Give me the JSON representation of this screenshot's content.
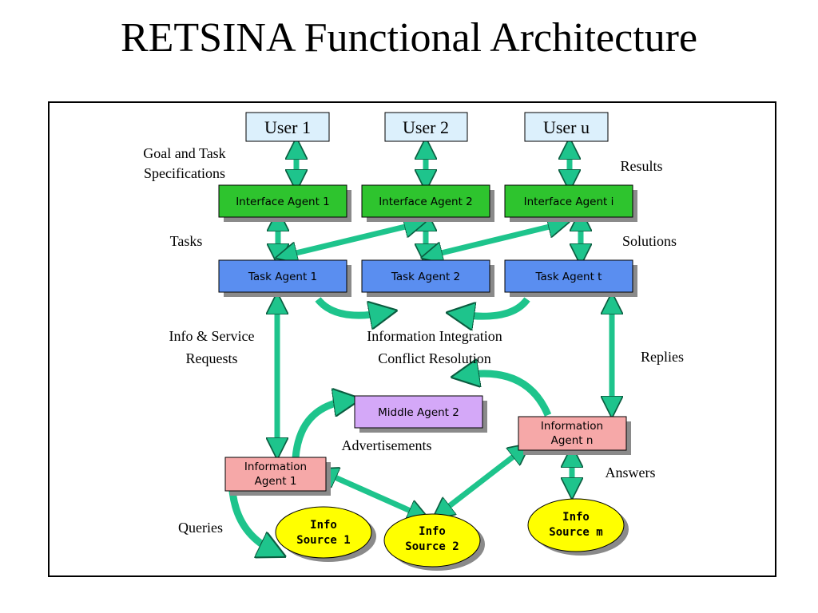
{
  "title": "RETSINA Functional Architecture",
  "users": [
    "User 1",
    "User 2",
    "User u"
  ],
  "interface_agents": [
    "Interface Agent 1",
    "Interface Agent 2",
    "Interface Agent i"
  ],
  "task_agents": [
    "Task Agent 1",
    "Task Agent 2",
    "Task Agent t"
  ],
  "middle_agent": "Middle Agent 2",
  "info_agent_1": [
    "Information",
    "Agent 1"
  ],
  "info_agent_n": [
    "Information",
    "Agent n"
  ],
  "info_sources": {
    "s1": [
      "Info",
      "Source 1"
    ],
    "s2": [
      "Info",
      "Source 2"
    ],
    "sm": [
      "Info",
      "Source m"
    ]
  },
  "labels": {
    "goal_line1": "Goal and Task",
    "goal_line2": "Specifications",
    "results": "Results",
    "tasks": "Tasks",
    "solutions": "Solutions",
    "info_req_line1": "Info & Service",
    "info_req_line2": "Requests",
    "integration_line1": "Information Integration",
    "integration_line2": "Conflict Resolution",
    "replies": "Replies",
    "advertisements": "Advertisements",
    "answers": "Answers",
    "queries": "Queries"
  },
  "colors": {
    "user_fill": "#dcf0fc",
    "interface_fill": "#2ec42e",
    "task_fill": "#5a8ef0",
    "middle_fill": "#d4a8f8",
    "info_agent_fill": "#f6a8a8",
    "source_fill": "#ffff00",
    "arrow_fill": "#1ec48c",
    "shadow": "#8a8a8a"
  }
}
